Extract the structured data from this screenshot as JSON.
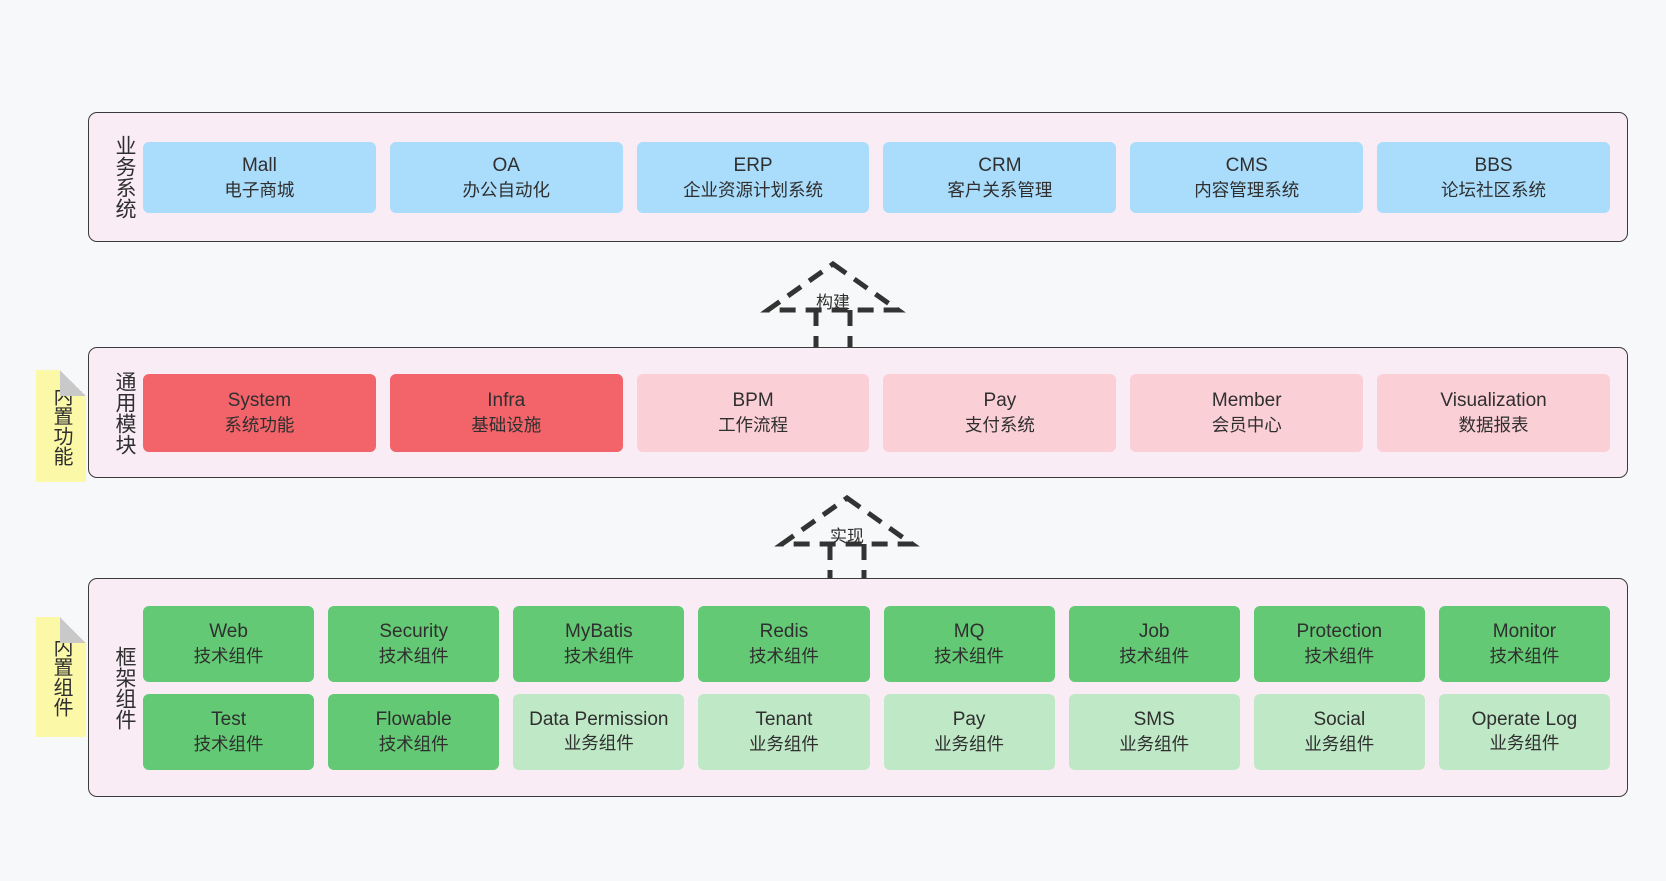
{
  "diagram": {
    "background_color": "#f7f8f9",
    "layer_fill": "#f9ecf5",
    "layer_border": "#3b3b3b",
    "sticky_fill": "#fbf8a8",
    "colors": {
      "blue": "#aadcfb",
      "red": "#f2646a",
      "pink": "#fbcfd6",
      "green": "#63c974",
      "light_green": "#bfe8c6"
    }
  },
  "layers": {
    "business": {
      "caption": "业务系统",
      "items": [
        {
          "title": "Mall",
          "subtitle": "电子商城",
          "color": "blue"
        },
        {
          "title": "OA",
          "subtitle": "办公自动化",
          "color": "blue"
        },
        {
          "title": "ERP",
          "subtitle": "企业资源计划系统",
          "color": "blue"
        },
        {
          "title": "CRM",
          "subtitle": "客户关系管理",
          "color": "blue"
        },
        {
          "title": "CMS",
          "subtitle": "内容管理系统",
          "color": "blue"
        },
        {
          "title": "BBS",
          "subtitle": "论坛社区系统",
          "color": "blue"
        }
      ]
    },
    "common": {
      "caption": "通用模块",
      "sticky": "内置功能",
      "items": [
        {
          "title": "System",
          "subtitle": "系统功能",
          "color": "red"
        },
        {
          "title": "Infra",
          "subtitle": "基础设施",
          "color": "red"
        },
        {
          "title": "BPM",
          "subtitle": "工作流程",
          "color": "pink"
        },
        {
          "title": "Pay",
          "subtitle": "支付系统",
          "color": "pink"
        },
        {
          "title": "Member",
          "subtitle": "会员中心",
          "color": "pink"
        },
        {
          "title": "Visualization",
          "subtitle": "数据报表",
          "color": "pink"
        }
      ]
    },
    "framework": {
      "caption": "框架组件",
      "sticky": "内置组件",
      "row1": [
        {
          "title": "Web",
          "subtitle": "技术组件",
          "color": "green"
        },
        {
          "title": "Security",
          "subtitle": "技术组件",
          "color": "green"
        },
        {
          "title": "MyBatis",
          "subtitle": "技术组件",
          "color": "green"
        },
        {
          "title": "Redis",
          "subtitle": "技术组件",
          "color": "green"
        },
        {
          "title": "MQ",
          "subtitle": "技术组件",
          "color": "green"
        },
        {
          "title": "Job",
          "subtitle": "技术组件",
          "color": "green"
        },
        {
          "title": "Protection",
          "subtitle": "技术组件",
          "color": "green"
        },
        {
          "title": "Monitor",
          "subtitle": "技术组件",
          "color": "green"
        }
      ],
      "row2": [
        {
          "title": "Test",
          "subtitle": "技术组件",
          "color": "green"
        },
        {
          "title": "Flowable",
          "subtitle": "技术组件",
          "color": "green"
        },
        {
          "title": "Data Permission",
          "subtitle": "业务组件",
          "color": "light_green"
        },
        {
          "title": "Tenant",
          "subtitle": "业务组件",
          "color": "light_green"
        },
        {
          "title": "Pay",
          "subtitle": "业务组件",
          "color": "light_green"
        },
        {
          "title": "SMS",
          "subtitle": "业务组件",
          "color": "light_green"
        },
        {
          "title": "Social",
          "subtitle": "业务组件",
          "color": "light_green"
        },
        {
          "title": "Operate Log",
          "subtitle": "业务组件",
          "color": "light_green"
        }
      ]
    }
  },
  "arrows": {
    "build": {
      "label": "构建"
    },
    "realize": {
      "label": "实现"
    }
  }
}
